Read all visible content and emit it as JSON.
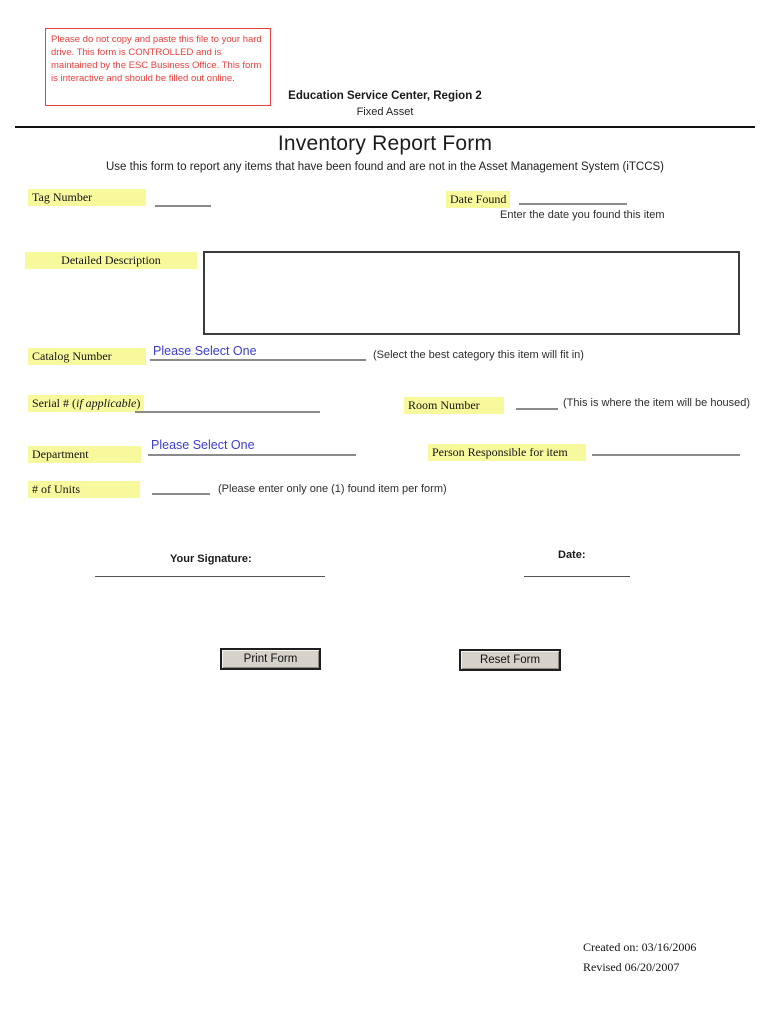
{
  "warning": {
    "text": "Please do not copy and paste this file to your hard drive. This form is CONTROLLED and is maintained by the ESC Business Office. This form is interactive and should be filled out online."
  },
  "header": {
    "org": "Education Service Center, Region 2",
    "dept": "Fixed Asset",
    "title": "Inventory Report Form",
    "subtitle": "Use this form to report any items that have been found and are not in the Asset Management System (iTCCS)"
  },
  "fields": {
    "tag_number": {
      "label": "Tag Number",
      "value": ""
    },
    "date_found": {
      "label": "Date Found",
      "value": "",
      "hint": "Enter the date you found this item"
    },
    "detailed_description": {
      "label": "Detailed Description",
      "value": ""
    },
    "catalog_number": {
      "label": "Catalog Number",
      "value": "Please Select One",
      "hint": "(Select the best category this item will fit in)"
    },
    "serial_number": {
      "label_prefix": "Serial # (",
      "label_italic": "if applicable",
      "label_suffix": ")",
      "value": ""
    },
    "room_number": {
      "label": "Room Number",
      "value": "",
      "hint": "(This is where the item will be housed)"
    },
    "department": {
      "label": "Department",
      "value": "Please Select One"
    },
    "person_responsible": {
      "label": "Person Responsible for item",
      "value": ""
    },
    "units": {
      "label": "# of Units",
      "value": "",
      "hint": "(Please enter only one (1) found item per form)"
    }
  },
  "signature": {
    "signature_label": "Your Signature:",
    "date_label": "Date:"
  },
  "buttons": {
    "print": "Print Form",
    "reset": "Reset Form"
  },
  "footer": {
    "created": "Created on: 03/16/2006",
    "revised": "Revised 06/20/2007"
  },
  "colors": {
    "highlight_yellow": "#f8f89d",
    "select_blue": "#3c3ccd",
    "warning_red": "#e8403f"
  }
}
